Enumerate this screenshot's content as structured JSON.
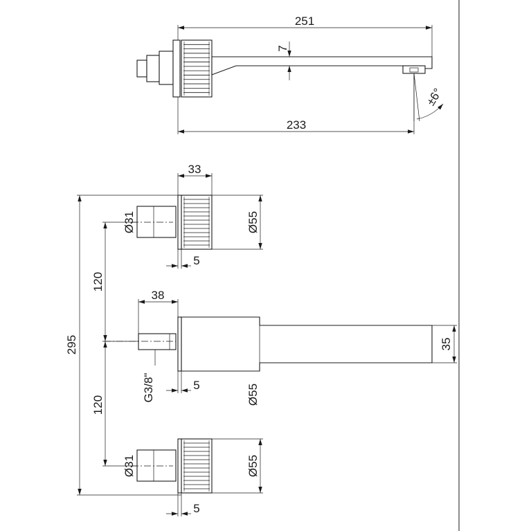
{
  "side_view": {
    "overall_length": "251",
    "spout_thickness": "7",
    "wall_projection": "233",
    "tilt_angle": "±6°"
  },
  "front_view": {
    "handle_width": "33",
    "total_height": "295",
    "spacing_upper": "120",
    "spacing_lower": "120",
    "connector_length": "38",
    "spout_height": "35",
    "top_handle": {
      "stem_dia": "Ø31",
      "knob_dia": "Ø55",
      "plate_gap": "5"
    },
    "middle": {
      "thread": "G3/8\"",
      "plate_dia": "Ø55",
      "plate_gap": "5"
    },
    "bottom_handle": {
      "stem_dia": "Ø31",
      "knob_dia": "Ø55",
      "plate_gap": "5"
    }
  },
  "colors": {
    "line": "#1a1a1a",
    "background": "#ffffff"
  },
  "icons": [
    "arrowhead-icon",
    "knurled-knob-icon"
  ]
}
